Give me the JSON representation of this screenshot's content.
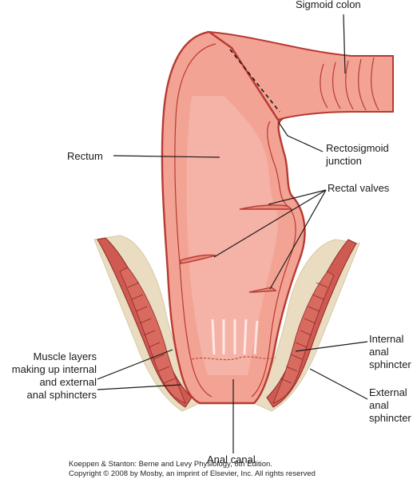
{
  "labels": {
    "sigmoid_colon": "Sigmoid colon",
    "rectum": "Rectum",
    "rectosigmoid_junction": "Rectosigmoid\njunction",
    "rectal_valves": "Rectal valves",
    "muscle_layers": "Muscle layers\nmaking up internal\nand external\nanal sphincters",
    "internal_sphincter": "Internal\nanal\nsphincter",
    "external_sphincter": "External\nanal\nsphincter",
    "anal_canal": "Anal canal"
  },
  "credit": {
    "line1": "Koeppen & Stanton: Berne and Levy Physiology, 6th Edition.",
    "line2": "Copyright © 2008 by Mosby, an imprint of Elsevier, Inc. All rights reserved"
  },
  "colors": {
    "tissue": "#f2a394",
    "tissue_light": "#f7c0b4",
    "outline": "#b83a32",
    "muscle": "#cf5a52",
    "fat": "#e9dcc0",
    "fat_edge": "#d8c8a6",
    "line": "#1a1a1a"
  }
}
